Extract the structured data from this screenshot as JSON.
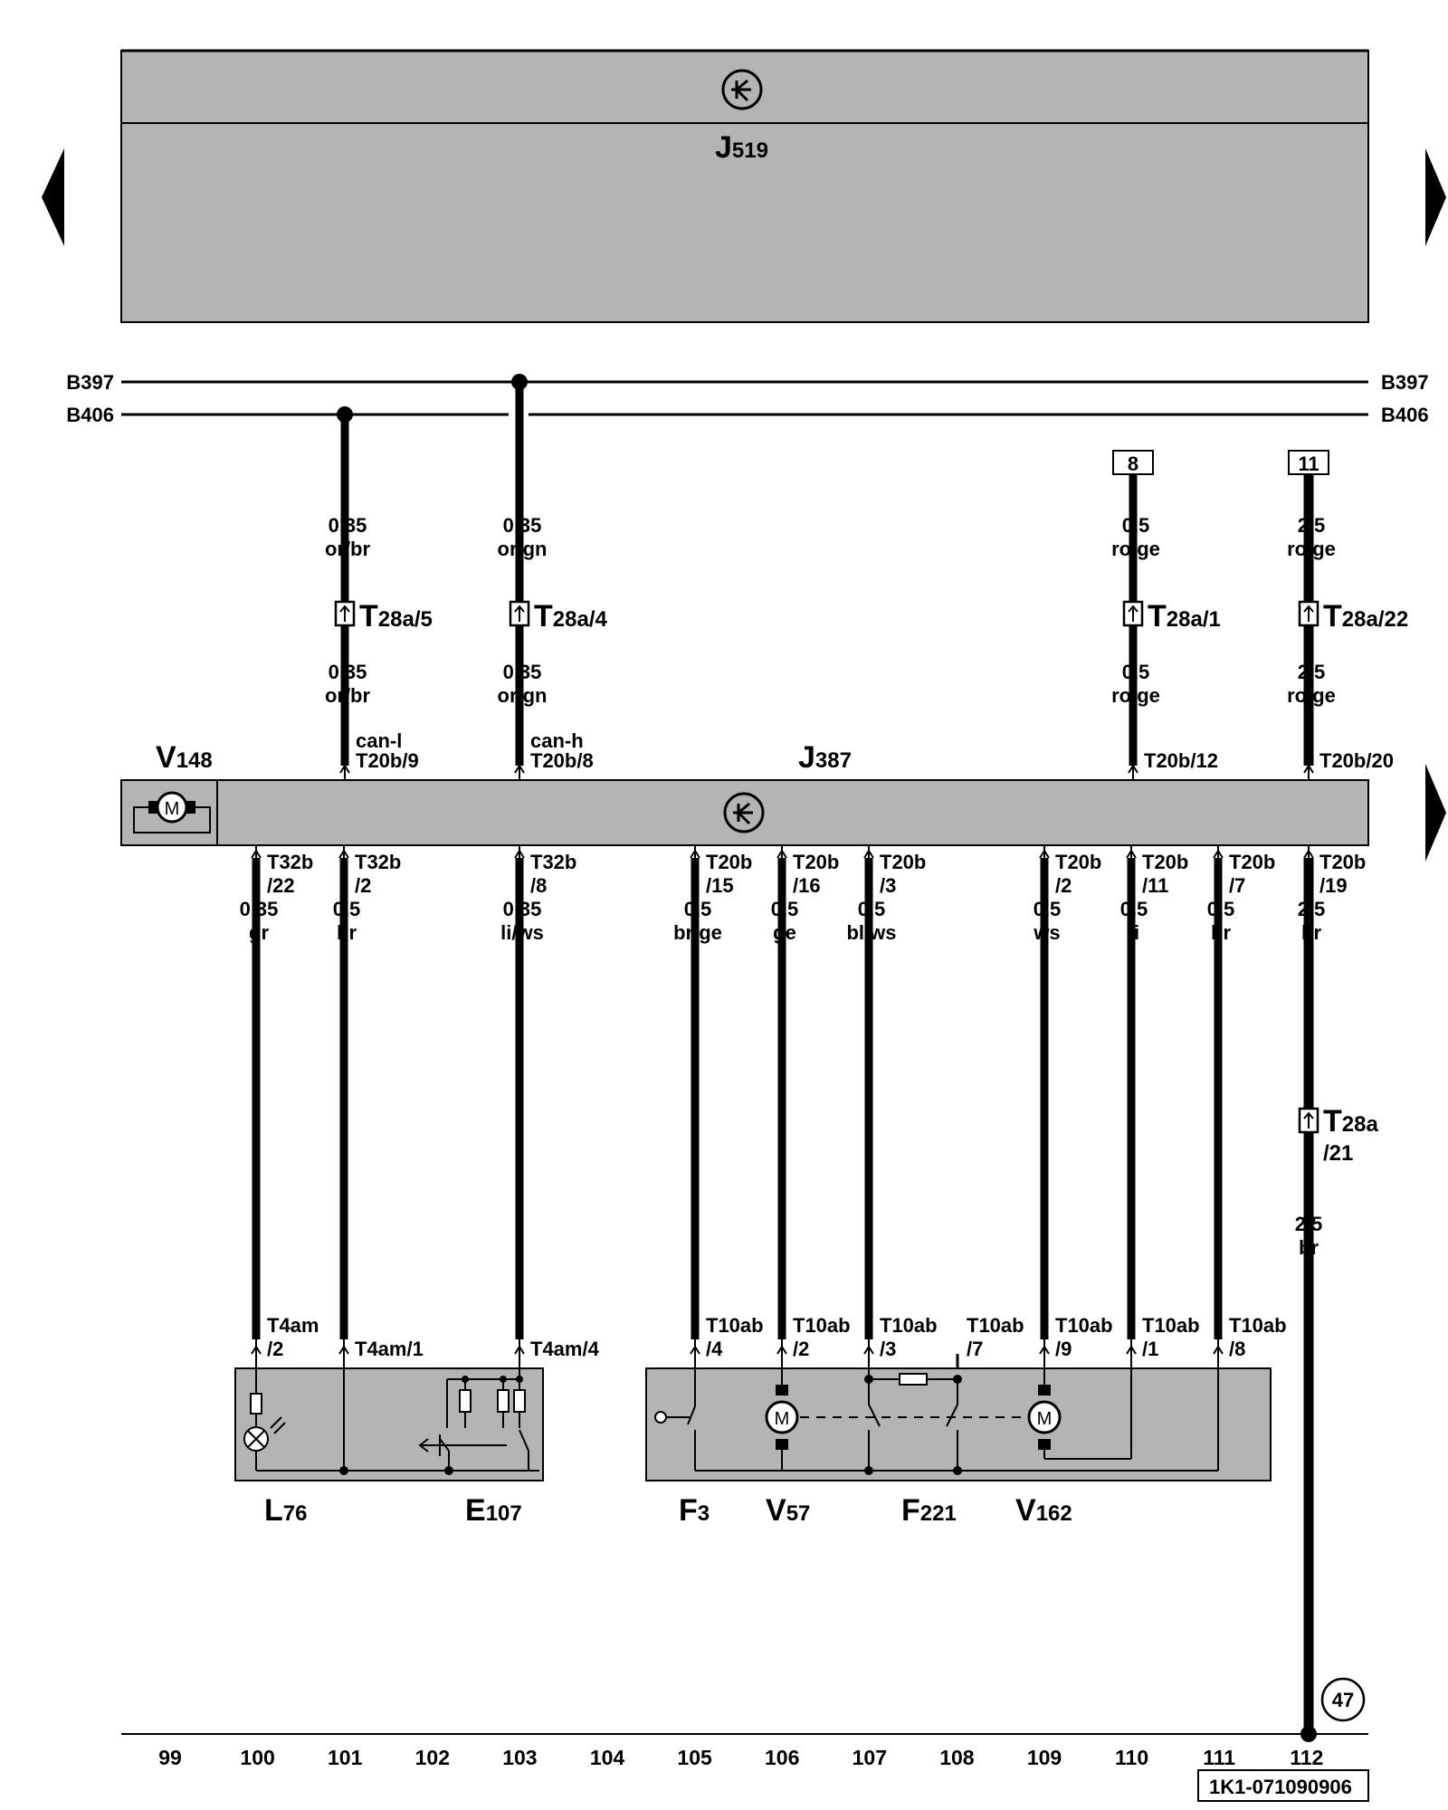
{
  "colors": {
    "module_fill": "#b4b4b4",
    "wire": "#000000",
    "background": "#ffffff"
  },
  "icons": {
    "module_symbol": "control-unit-icon",
    "nav_prev": "triangle-left-icon",
    "nav_next": "triangle-right-icon",
    "motor": "motor-icon",
    "connector": "connector-icon"
  },
  "top_module": {
    "letter": "J",
    "sub": "519"
  },
  "main_module": {
    "letter": "J",
    "sub": "387"
  },
  "motor_module": {
    "letter": "V",
    "sub": "148"
  },
  "buses": {
    "b397": "B397",
    "b406": "B406"
  },
  "refs": {
    "r8": "8",
    "r11": "11",
    "r47": "47"
  },
  "upper_wires": [
    {
      "id": "w101",
      "size_a": "0,35",
      "color_a": "or/br",
      "connector_main": "T",
      "connector_sub": "28a/5",
      "size_b": "0,35",
      "color_b": "or/br",
      "signal": "can-l",
      "pin": "T20b/9"
    },
    {
      "id": "w103",
      "size_a": "0,35",
      "color_a": "or/gn",
      "connector_main": "T",
      "connector_sub": "28a/4",
      "size_b": "0,35",
      "color_b": "or/gn",
      "signal": "can-h",
      "pin": "T20b/8"
    },
    {
      "id": "w110",
      "size_a": "0,5",
      "color_a": "ro/ge",
      "connector_main": "T",
      "connector_sub": "28a/1",
      "size_b": "0,5",
      "color_b": "ro/ge",
      "signal": "",
      "pin": "T20b/12"
    },
    {
      "id": "w112",
      "size_a": "2,5",
      "color_a": "ro/ge",
      "connector_main": "T",
      "connector_sub": "28a/22",
      "size_b": "2,5",
      "color_b": "ro/ge",
      "signal": "",
      "pin": "T20b/20"
    }
  ],
  "lower_wires": [
    {
      "id": "c100",
      "top_pin_a": "T32b",
      "top_pin_b": "/22",
      "size": "0,35",
      "color": "gr",
      "bottom_pin_a": "T4am",
      "bottom_pin_b": "/2"
    },
    {
      "id": "c101",
      "top_pin_a": "T32b",
      "top_pin_b": "/2",
      "size": "0,5",
      "color": "br",
      "bottom_pin_a": "T4am/1",
      "bottom_pin_b": ""
    },
    {
      "id": "c103",
      "top_pin_a": "T32b",
      "top_pin_b": "/8",
      "size": "0,35",
      "color": "li/ws",
      "bottom_pin_a": "T4am/4",
      "bottom_pin_b": ""
    },
    {
      "id": "c105",
      "top_pin_a": "T20b",
      "top_pin_b": "/15",
      "size": "0,5",
      "color": "br/ge",
      "bottom_pin_a": "T10ab",
      "bottom_pin_b": "/4"
    },
    {
      "id": "c106",
      "top_pin_a": "T20b",
      "top_pin_b": "/16",
      "size": "0,5",
      "color": "ge",
      "bottom_pin_a": "T10ab",
      "bottom_pin_b": "/2"
    },
    {
      "id": "c107",
      "top_pin_a": "T20b",
      "top_pin_b": "/3",
      "size": "0,5",
      "color": "bl/ws",
      "bottom_pin_a": "T10ab",
      "bottom_pin_b": "/3"
    },
    {
      "id": "c109",
      "top_pin_a": "T20b",
      "top_pin_b": "/2",
      "size": "0,5",
      "color": "ws",
      "bottom_pin_a": "T10ab",
      "bottom_pin_b": "/9"
    },
    {
      "id": "c110",
      "top_pin_a": "T20b",
      "top_pin_b": "/11",
      "size": "0,5",
      "color": "li",
      "bottom_pin_a": "T10ab",
      "bottom_pin_b": "/1"
    },
    {
      "id": "c111",
      "top_pin_a": "T20b",
      "top_pin_b": "/7",
      "size": "0,5",
      "color": "br",
      "bottom_pin_a": "T10ab",
      "bottom_pin_b": "/8"
    },
    {
      "id": "c112",
      "top_pin_a": "T20b",
      "top_pin_b": "/19",
      "size": "2,5",
      "color": "br",
      "bottom_pin_a": "",
      "bottom_pin_b": ""
    }
  ],
  "extra_pin": {
    "pin_a": "T10ab",
    "pin_b": "/7"
  },
  "ground_wire": {
    "connector_main": "T",
    "connector_sub_a": "28a",
    "connector_sub_b": "/21",
    "size": "2,5",
    "color": "br"
  },
  "components": [
    {
      "id": "L76",
      "letter": "L",
      "sub": "76"
    },
    {
      "id": "E107",
      "letter": "E",
      "sub": "107"
    },
    {
      "id": "F3",
      "letter": "F",
      "sub": "3"
    },
    {
      "id": "V57",
      "letter": "V",
      "sub": "57"
    },
    {
      "id": "F221",
      "letter": "F",
      "sub": "221"
    },
    {
      "id": "V162",
      "letter": "V",
      "sub": "162"
    }
  ],
  "columns": [
    "99",
    "100",
    "101",
    "102",
    "103",
    "104",
    "105",
    "106",
    "107",
    "108",
    "109",
    "110",
    "111",
    "112"
  ],
  "diagram_id": "1K1-071090906"
}
